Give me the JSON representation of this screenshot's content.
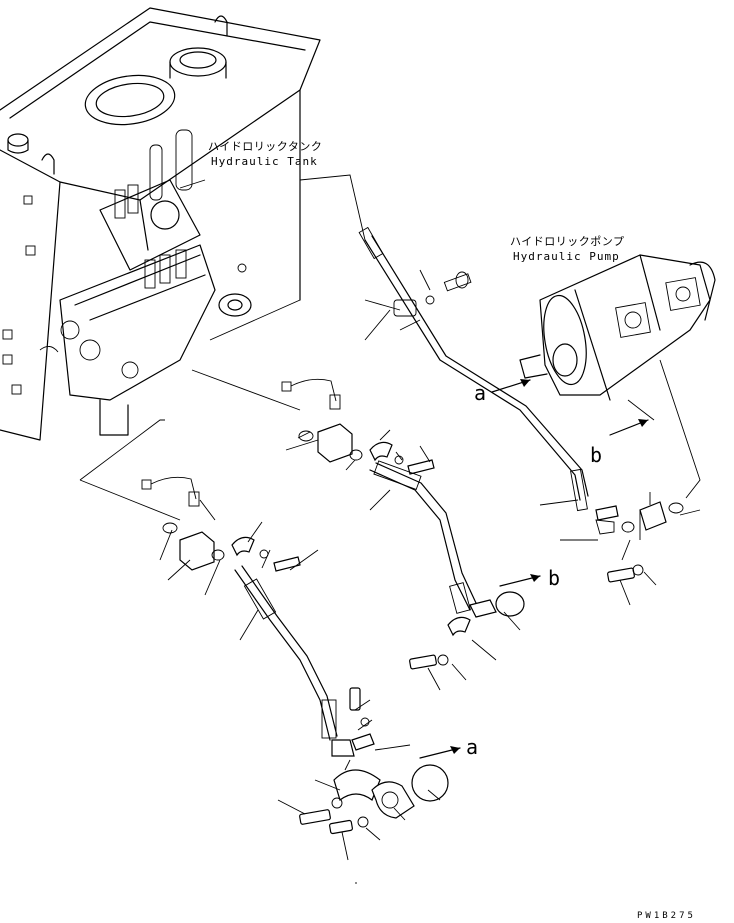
{
  "labels": {
    "tank_jp": "ハイドロリックタンク",
    "tank_en": "Hydraulic Tank",
    "pump_jp": "ハイドロリックポンプ",
    "pump_en": "Hydraulic Pump",
    "ref_a": "a",
    "ref_b": "b",
    "drawing_code": "PW1B275"
  }
}
